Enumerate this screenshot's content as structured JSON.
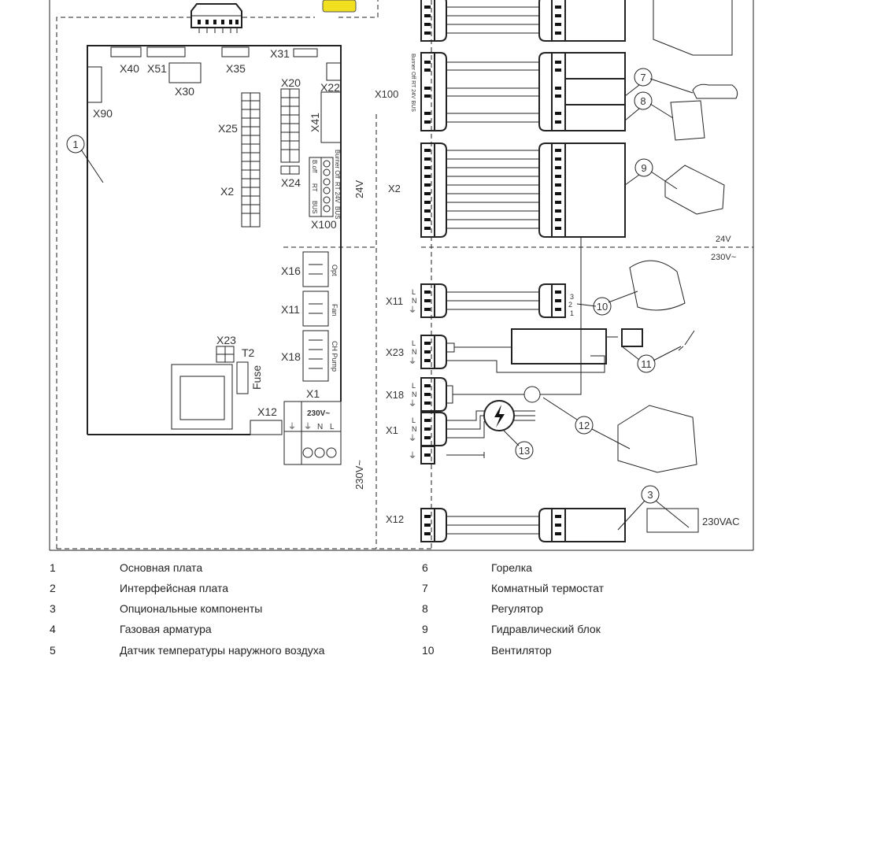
{
  "board_connectors": {
    "x40": "X40",
    "x51": "X51",
    "x30": "X30",
    "x35": "X35",
    "x31": "X31",
    "x22": "X22",
    "x90": "X90",
    "x20": "X20",
    "x41": "X41",
    "x25": "X25",
    "x24": "X24",
    "x2": "X2",
    "x100": "X100",
    "x16": "X16",
    "x11": "X11",
    "x18": "X18",
    "x23": "X23",
    "t2": "T2",
    "fuse": "Fuse",
    "x1": "X1",
    "x12": "X12"
  },
  "x100_terminals": {
    "burner_off": "Burner Off",
    "rt_24v": "RT 24V",
    "bus": "BUS",
    "b_off": "B.off",
    "rt": "RT",
    "bus2": "BUS"
  },
  "board_port_labels": {
    "opt": "Opt",
    "fan": "Fan",
    "ch_pump": "CH Pump",
    "v230": "230V~",
    "earth1": "⏚",
    "earth2": "⏚",
    "n": "N",
    "l": "L"
  },
  "voltage_labels": {
    "v24_board": "24V",
    "v230_board": "230V~",
    "v24_right": "24V",
    "v230_right": "230V~",
    "v230ac": "230VAC"
  },
  "wiring_labels": {
    "x100": "X100",
    "x2": "X2",
    "x100_sub": "Burner Off  RT 24V   BUS",
    "x11": "X11",
    "x23": "X23",
    "x18": "X18",
    "x1": "X1",
    "x12": "X12",
    "L": "L",
    "N": "N",
    "pin3": "3",
    "pin2": "2",
    "pin1": "1"
  },
  "callouts": {
    "c1": "1",
    "c3": "3",
    "c7": "7",
    "c8": "8",
    "c9": "9",
    "c10": "10",
    "c11": "11",
    "c12": "12",
    "c13": "13"
  },
  "legend": [
    {
      "num": "1",
      "label": "Основная плата"
    },
    {
      "num": "2",
      "label": "Интерфейсная плата"
    },
    {
      "num": "3",
      "label": "Опциональные компоненты"
    },
    {
      "num": "4",
      "label": "Газовая арматура"
    },
    {
      "num": "5",
      "label": "Датчик температуры наружного воздуха"
    },
    {
      "num": "6",
      "label": "Горелка"
    },
    {
      "num": "7",
      "label": "Комнатный термостат"
    },
    {
      "num": "8",
      "label": "Регулятор"
    },
    {
      "num": "9",
      "label": "Гидравлический блок"
    },
    {
      "num": "10",
      "label": "Вентилятор"
    }
  ]
}
